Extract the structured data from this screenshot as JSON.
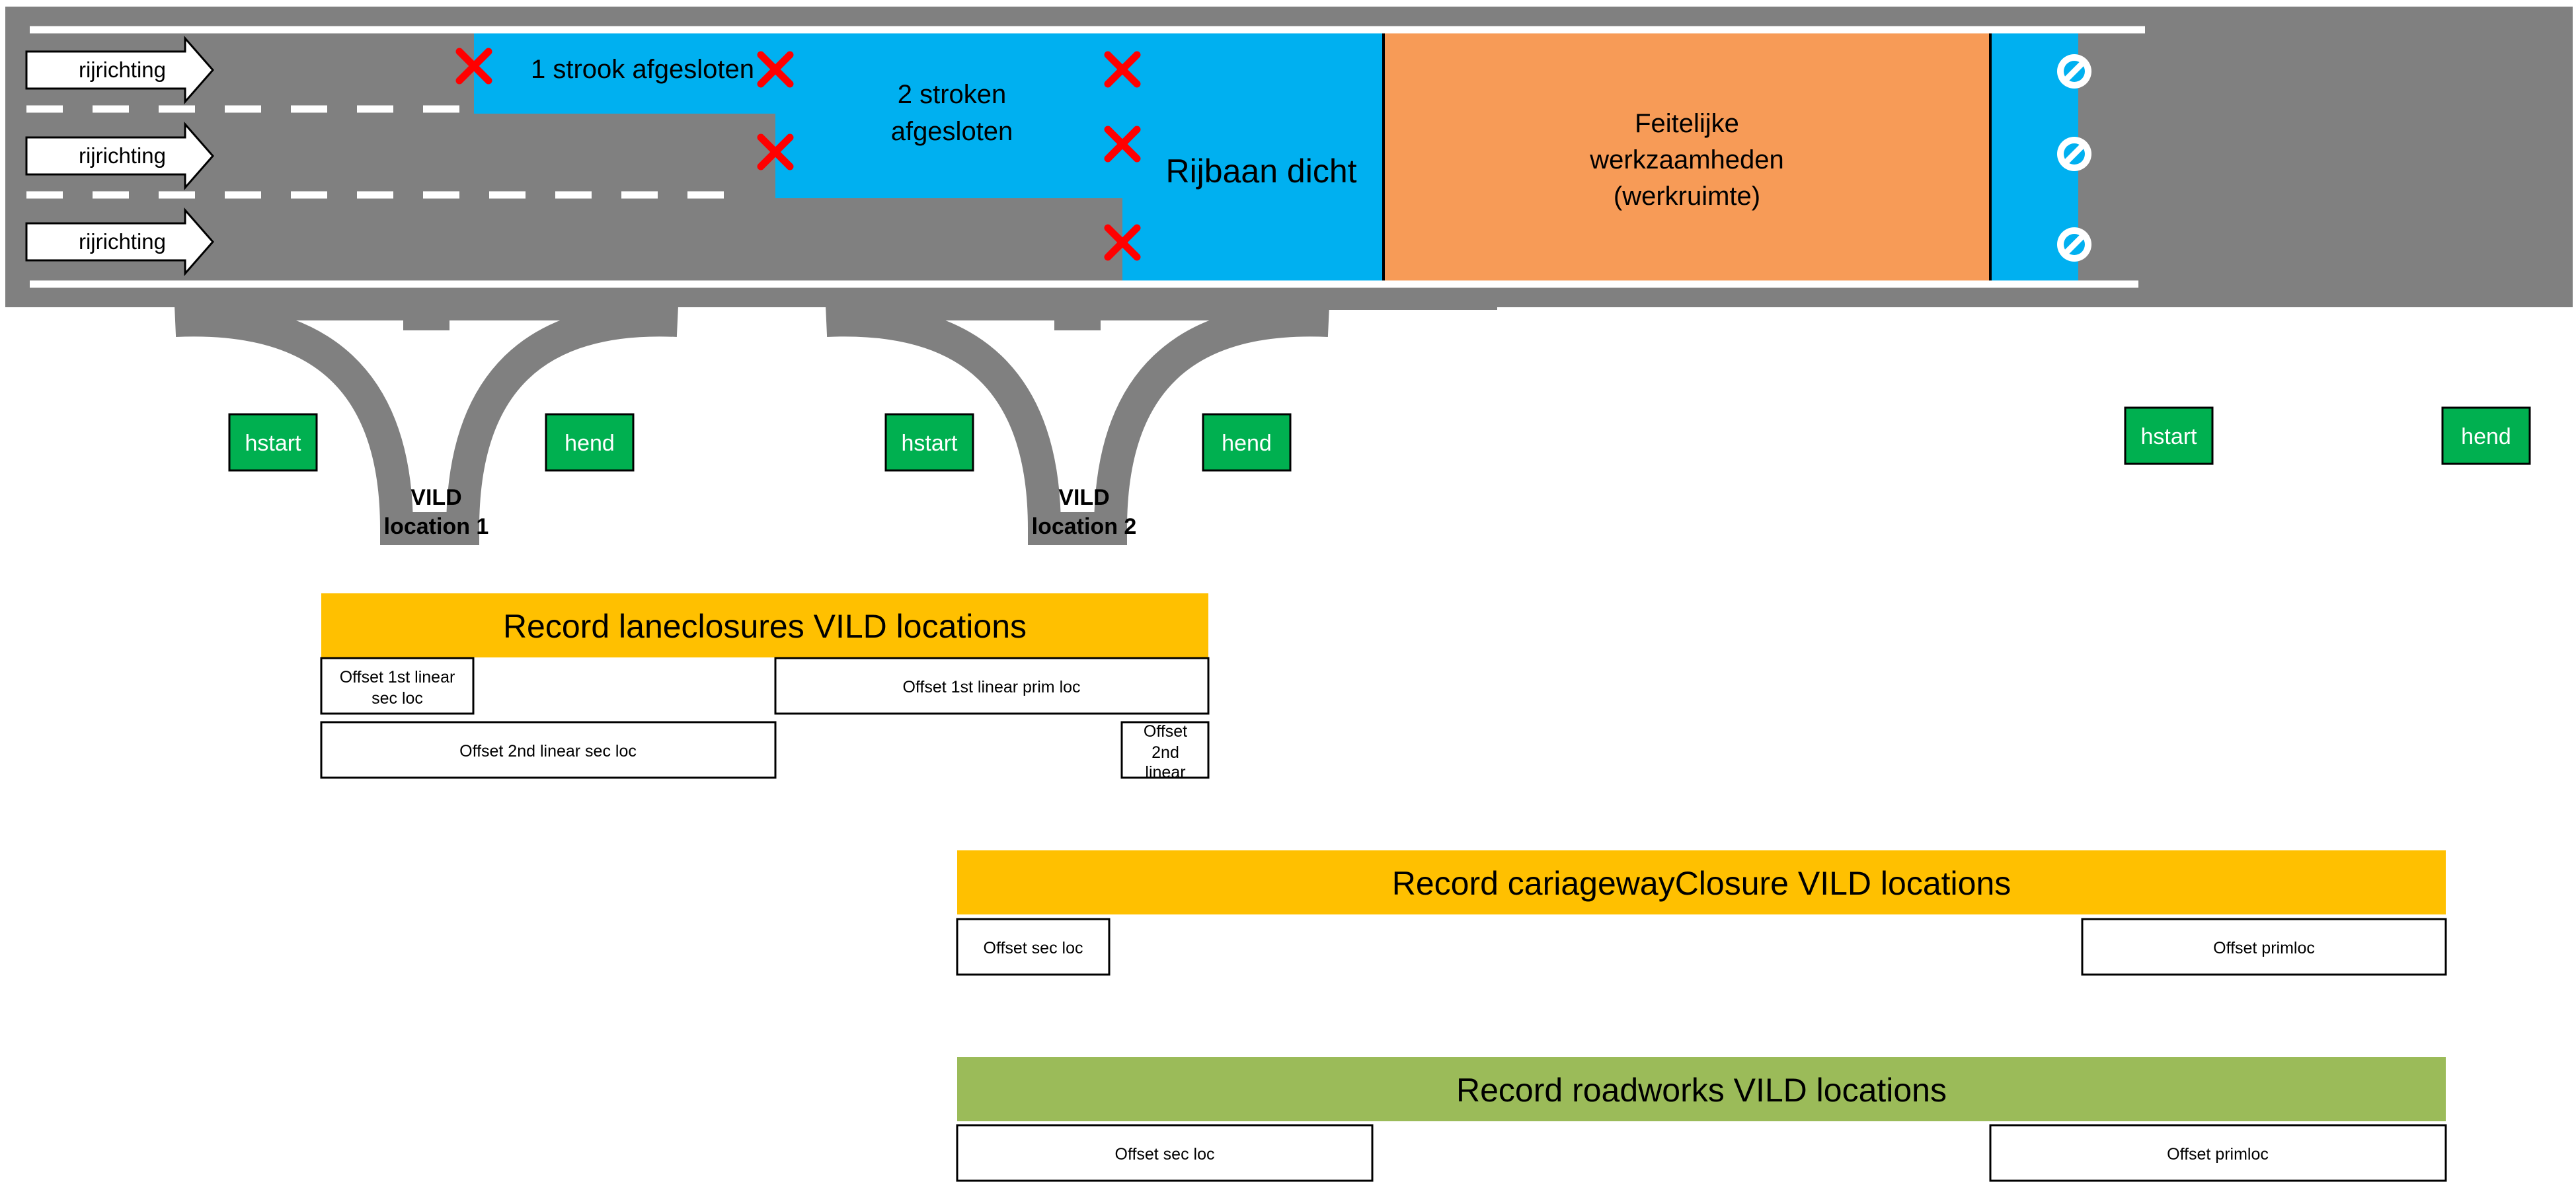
{
  "road": {
    "direction_label": "rijrichting",
    "zone_1_label": "1 strook afgesloten",
    "zone_2_label_line1": "2 stroken",
    "zone_2_label_line2": "afgesloten",
    "zone_3_label": "Rijbaan dicht",
    "work_area_line1": "Feitelijke",
    "work_area_line2": "werkzaamheden",
    "work_area_line3": "(werkruimte)"
  },
  "markers": {
    "hstart": "hstart",
    "hend": "hend"
  },
  "locations": {
    "loc1_line1": "VILD",
    "loc1_line2": "location 1",
    "loc2_line1": "VILD",
    "loc2_line2": "location 2"
  },
  "records": {
    "laneclosures": {
      "title": "Record laneclosures VILD locations",
      "offset_1st_sec_line1": "Offset 1st linear",
      "offset_1st_sec_line2": "sec loc",
      "offset_1st_prim": "Offset 1st linear prim loc",
      "offset_2nd_sec": "Offset 2nd linear sec loc",
      "offset_2nd_prim_line1": "Offset",
      "offset_2nd_prim_line2": "2nd",
      "offset_2nd_prim_line3": "linear"
    },
    "carriageway": {
      "title": "Record cariagewayClosure VILD locations",
      "offset_sec": "Offset  sec loc",
      "offset_prim": "Offset primloc"
    },
    "roadworks": {
      "title": "Record roadworks VILD locations",
      "offset_sec": "Offset  sec loc",
      "offset_prim": "Offset primloc"
    }
  },
  "colors": {
    "road": "#808080",
    "closure": "#00b0f0",
    "work_area": "#f79b57",
    "marker": "#00b050",
    "record_orange": "#ffc000",
    "record_green": "#9bbb59",
    "cross": "#ff0000"
  },
  "icons": {
    "cross": "cross-icon",
    "no_entry": "no-entry-icon",
    "arrow": "arrow-right-icon"
  }
}
